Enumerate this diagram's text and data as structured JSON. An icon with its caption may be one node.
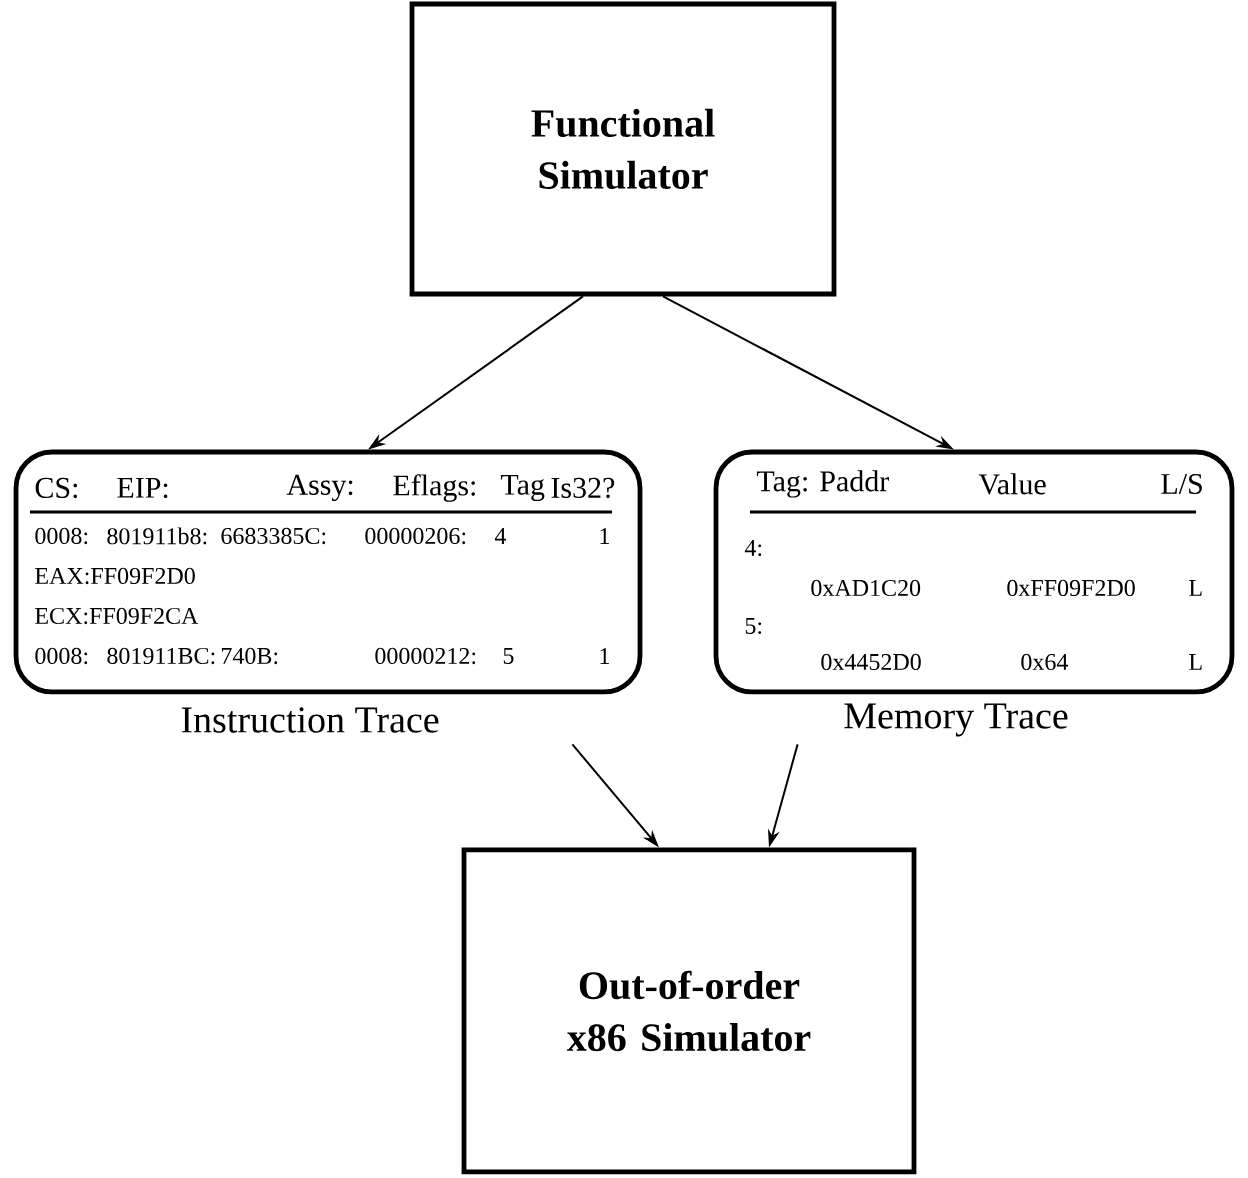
{
  "diagram": {
    "nodes": [
      {
        "text": [
          "Functional Simulator"
        ]
      },
      {
        "text": [
          "CS:",
          "EIP:",
          "Assy:",
          "Eflags:",
          "Tag",
          "Is32?",
          "0008:",
          "801911b8:",
          "6683385C:",
          "00000206:",
          "4",
          "1",
          "EAX:FF09F2D0",
          "ECX:FF09F2CA",
          "0008:",
          "801911BC:",
          "740B:",
          "00000212:",
          "5",
          "1"
        ],
        "beside": [
          "Instruction Trace"
        ]
      },
      {
        "text": [
          "Tag: Paddr",
          "Value",
          "L/S",
          "4:",
          "0xAD1C20",
          "0xFF09F2D0",
          "L",
          "5:",
          "0x4452D0",
          "0x64",
          "L"
        ],
        "beside": [
          "Memory Trace"
        ]
      },
      {
        "text": [
          "Out-of-order x86 Simulator"
        ]
      }
    ],
    "edges": [
      {
        "from": 0,
        "to": 1,
        "arrow": "to"
      },
      {
        "from": 0,
        "to": 2,
        "arrow": "to"
      },
      {
        "from": 1,
        "to": 3,
        "arrow": "to"
      },
      {
        "from": 2,
        "to": 3,
        "arrow": "to"
      }
    ]
  }
}
